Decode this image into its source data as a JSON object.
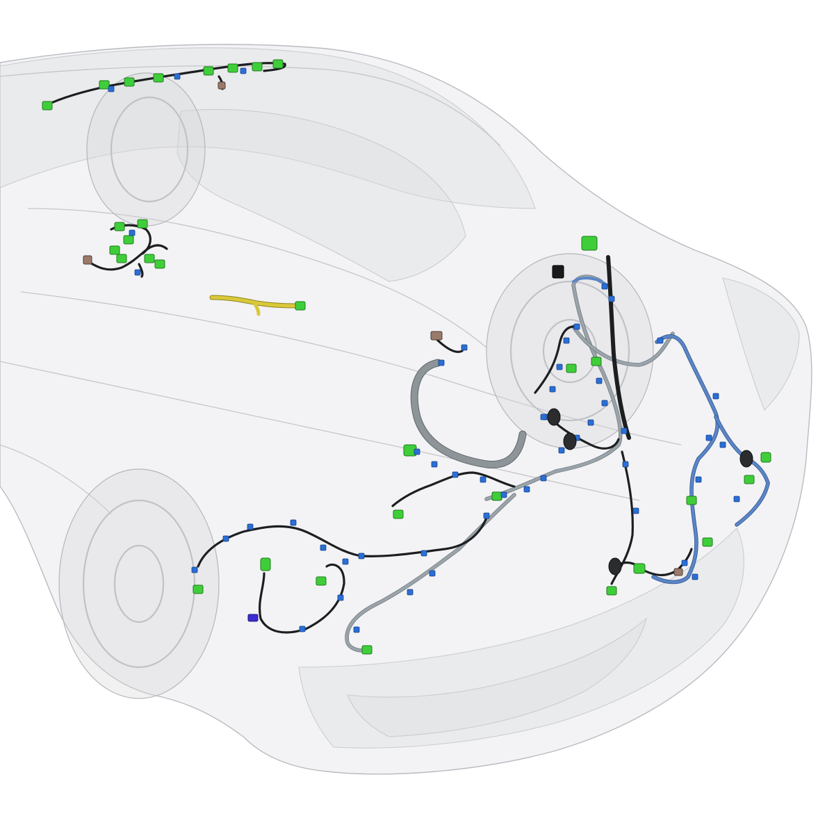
{
  "colors": {
    "background": "#ffffff",
    "body_shell": "#e9eaec",
    "harness_main": "#8d9599",
    "harness_wire": "#1c1e20",
    "harness_blue": "#5a86c8",
    "harness_yellow": "#d9c93a",
    "connector": "#3fce3a",
    "clip": "#2b6fd6",
    "grommet": "#2a2c2e"
  },
  "icons": {
    "vehicle": "car-body-outline",
    "harness": "wiring-harness",
    "connector": "connector-block",
    "clip": "harness-clip",
    "grommet": "rubber-grommet"
  },
  "components": [
    {
      "id": "roof-harness",
      "color": "#1c1e20"
    },
    {
      "id": "dashboard-harness",
      "color": "#1c1e20"
    },
    {
      "id": "floor-harness-yellow",
      "color": "#d9c93a"
    },
    {
      "id": "main-body-harness",
      "color": "#8d9599"
    },
    {
      "id": "rear-harness-blue",
      "color": "#5a86c8"
    }
  ]
}
